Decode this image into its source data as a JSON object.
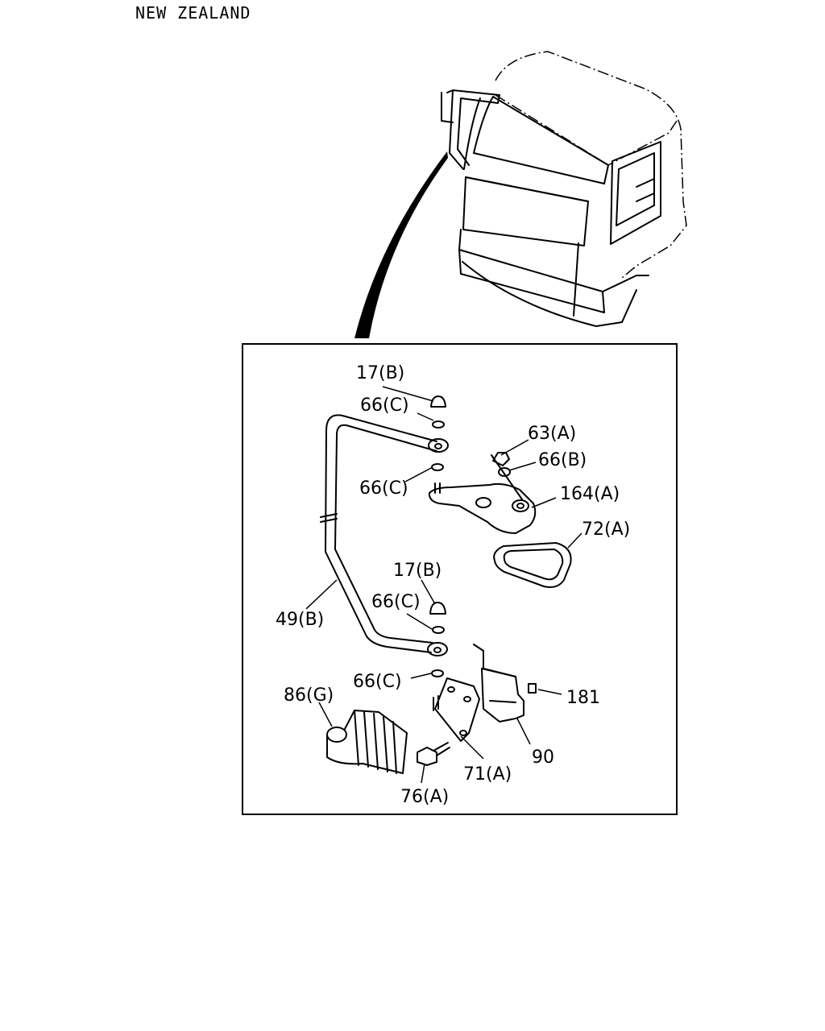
{
  "header": {
    "region": "NEW ZEALAND"
  },
  "labels": {
    "p17b_top": "17(B)",
    "p66c_top": "66(C)",
    "p66c_mid": "66(C)",
    "p63a": "63(A)",
    "p66b": "66(B)",
    "p164a": "164(A)",
    "p72a": "72(A)",
    "p17b_low": "17(B)",
    "p66c_low": "66(C)",
    "p49b": "49(B)",
    "p66c_bottom": "66(C)",
    "p86g": "86(G)",
    "p181": "181",
    "p90": "90",
    "p71a": "71(A)",
    "p76a": "76(A)"
  }
}
